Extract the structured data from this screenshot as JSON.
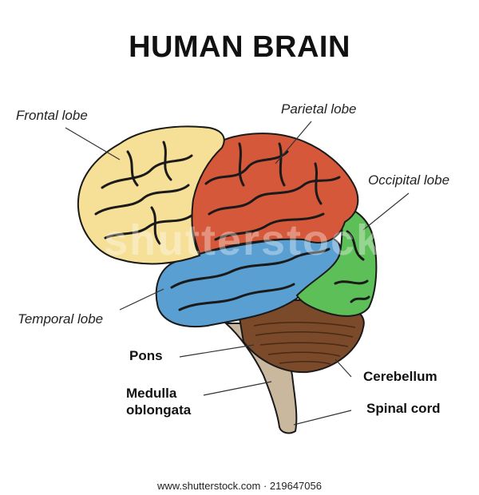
{
  "title": "HUMAN BRAIN",
  "labels": {
    "frontal": "Frontal lobe",
    "parietal": "Parietal lobe",
    "occipital": "Occipital lobe",
    "temporal": "Temporal lobe",
    "pons": "Pons",
    "medulla_line1": "Medulla",
    "medulla_line2": "oblongata",
    "cerebellum": "Cerebellum",
    "spinal": "Spinal cord"
  },
  "watermark": "shutterstock",
  "footer": "www.shutterstock.com · 219647056",
  "colors": {
    "frontal": "#f6df97",
    "parietal": "#d5583a",
    "occipital": "#5cbf57",
    "temporal": "#5a9fd1",
    "cerebellum": "#7a4a2a",
    "stem": "#c9b79e",
    "outline": "#1a1a1a"
  }
}
